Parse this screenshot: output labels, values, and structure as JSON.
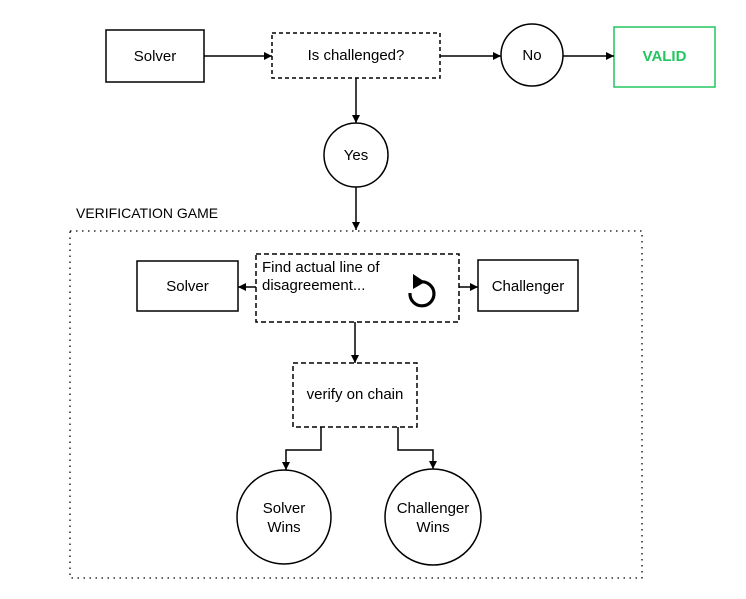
{
  "colors": {
    "valid_border": "#22c55e",
    "valid_text": "#22c55e",
    "stroke": "#000000"
  },
  "top_flow": {
    "solver": "Solver",
    "question": "Is challenged?",
    "no": "No",
    "valid": "VALID",
    "yes": "Yes"
  },
  "verification_game": {
    "title": "VERIFICATION GAME",
    "solver": "Solver",
    "find_line_1": "Find actual line of",
    "find_line_2": "disagreement...",
    "repeat_icon": "rotate-ccw-icon",
    "challenger": "Challenger",
    "verify": "verify on chain",
    "solver_wins_1": "Solver",
    "solver_wins_2": "Wins",
    "challenger_wins_1": "Challenger",
    "challenger_wins_2": "Wins"
  }
}
